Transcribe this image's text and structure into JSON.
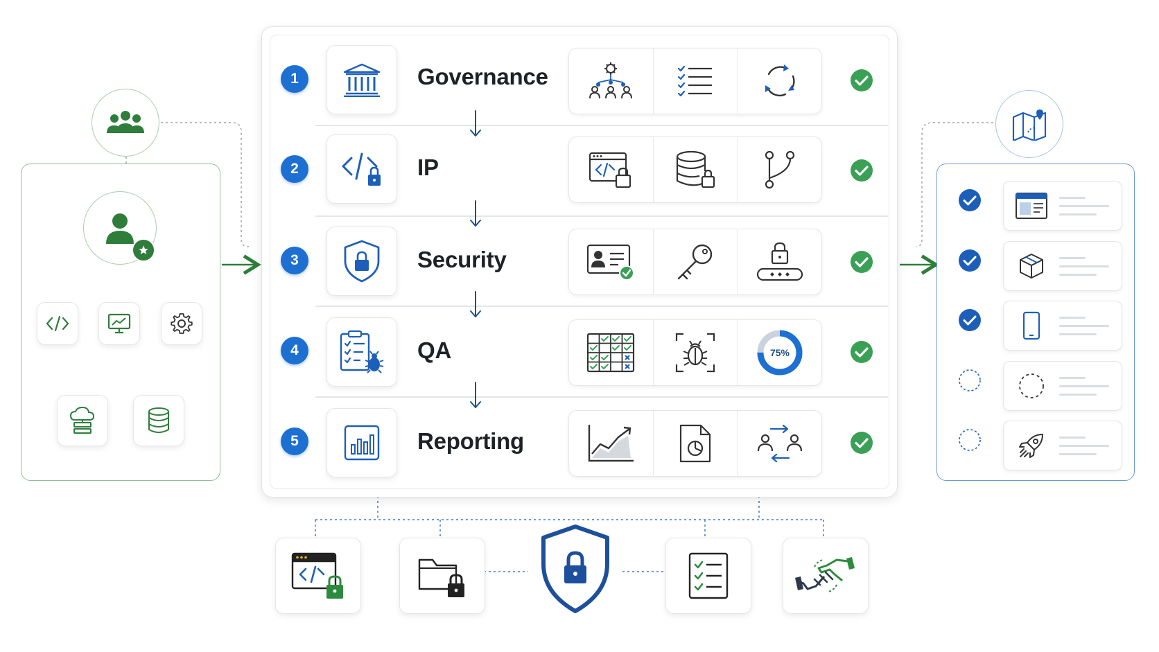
{
  "stages": [
    {
      "number": "1",
      "label": "Governance",
      "tools": [
        "hierarchy-gear-icon",
        "checklist-icon",
        "cycle-icon"
      ]
    },
    {
      "number": "2",
      "label": "IP",
      "tools": [
        "code-window-lock-icon",
        "database-lock-icon",
        "branch-icon"
      ]
    },
    {
      "number": "3",
      "label": "Security",
      "tools": [
        "id-card-check-icon",
        "key-icon",
        "password-lock-icon"
      ]
    },
    {
      "number": "4",
      "label": "QA",
      "tools": [
        "test-grid-icon",
        "bug-scan-icon",
        "progress-ring-icon"
      ]
    },
    {
      "number": "5",
      "label": "Reporting",
      "tools": [
        "trend-chart-icon",
        "pie-report-icon",
        "handoff-icon"
      ]
    }
  ],
  "qa_progress": {
    "label": "75%",
    "value": 0.75
  },
  "colors": {
    "blue": "#1d6fd1",
    "green": "#2e7d3b",
    "check_green": "#3aa055"
  },
  "roadmap_items": [
    {
      "state": "done",
      "icon": "browser-window-icon"
    },
    {
      "state": "done",
      "icon": "package-icon"
    },
    {
      "state": "done",
      "icon": "mobile-icon"
    },
    {
      "state": "pending",
      "icon": "dashed-circle-icon"
    },
    {
      "state": "pending",
      "icon": "rocket-icon"
    }
  ],
  "bottom_items": [
    "code-lock-icon",
    "folder-lock-icon",
    "shield-lock-icon",
    "checklist-icon",
    "handshake-icon"
  ]
}
